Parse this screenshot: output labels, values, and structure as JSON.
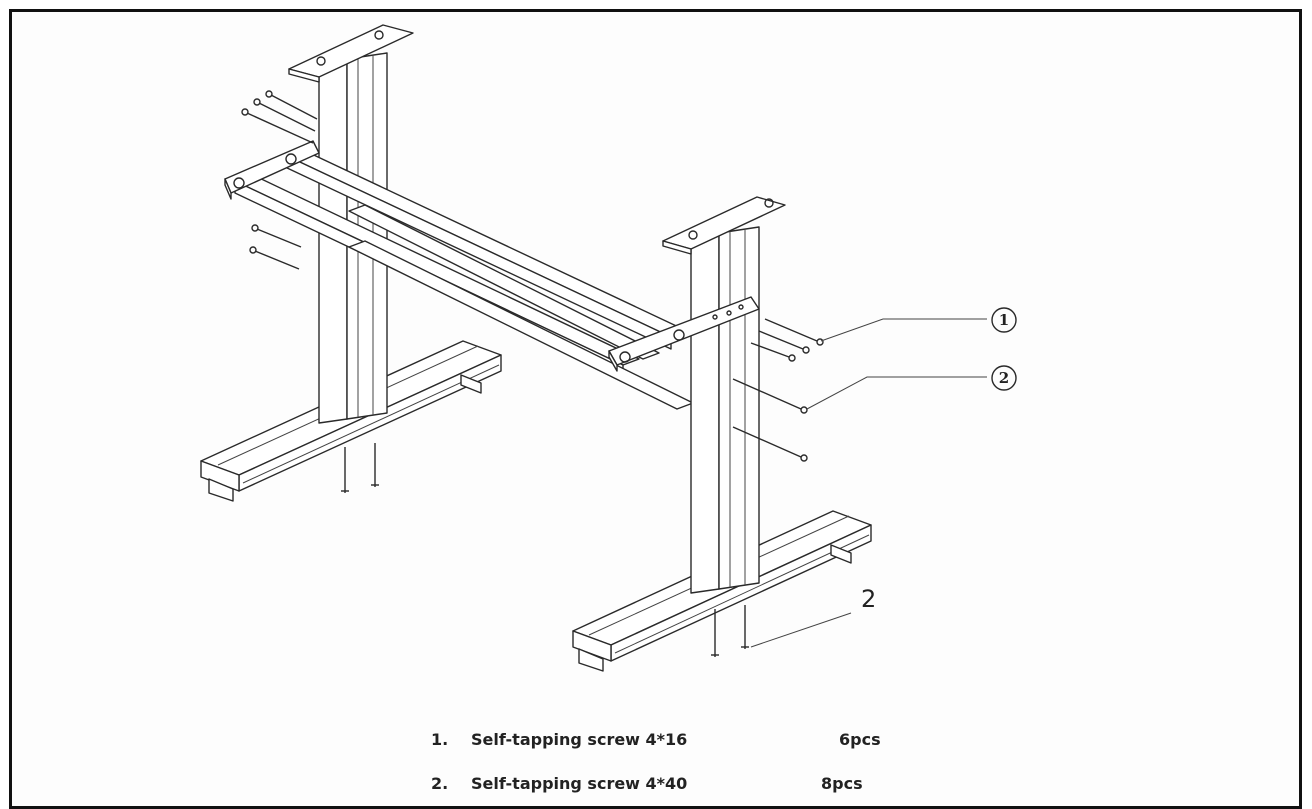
{
  "callouts": [
    {
      "label": "1"
    },
    {
      "label": "2"
    },
    {
      "label": "2"
    }
  ],
  "parts": [
    {
      "number": "1.",
      "name": "Self-tapping screw 4*16",
      "qty": "6pcs"
    },
    {
      "number": "2.",
      "name": "Self-tapping screw 4*40",
      "qty": "8pcs"
    }
  ]
}
